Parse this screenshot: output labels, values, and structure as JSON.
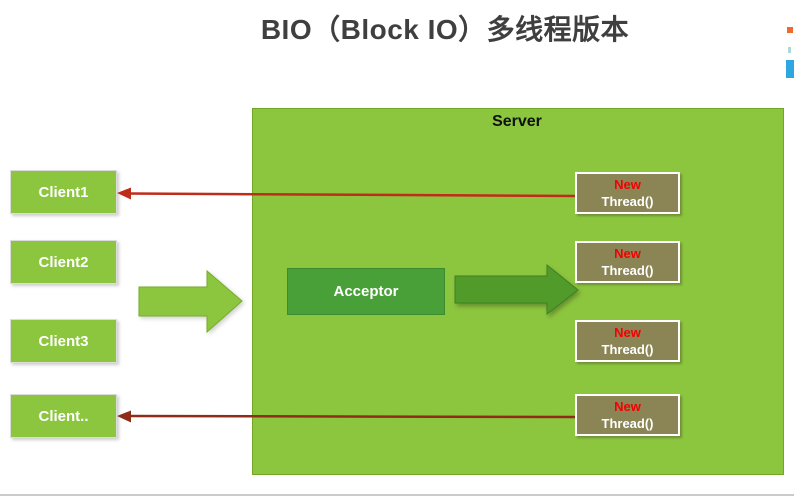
{
  "title": "BIO（Block IO）多线程版本",
  "server": {
    "label": "Server"
  },
  "clients": [
    {
      "label": "Client1"
    },
    {
      "label": "Client2"
    },
    {
      "label": "Client3"
    },
    {
      "label": "Client.."
    }
  ],
  "acceptor": {
    "label": "Acceptor"
  },
  "threads": [
    {
      "line1": "New",
      "line2": "Thread()"
    },
    {
      "line1": "New",
      "line2": "Thread()"
    },
    {
      "line1": "New",
      "line2": "Thread()"
    },
    {
      "line1": "New",
      "line2": "Thread()"
    }
  ],
  "colors": {
    "bright_green": "#8cc63f",
    "server_border_green": "#74a625",
    "acceptor_green": "#4aa038",
    "block_arrow_dark_green": "#519b2b",
    "thread_box_olive": "#8b8556",
    "thread_new_red": "#f40000",
    "return_arrow_red": "#bf2c1a",
    "return_arrow_maroon": "#8f2b18",
    "title_text": "#3f3f3f",
    "edge_mark_orange": "#ed6a33",
    "edge_mark_teal": "#aadbd4",
    "edge_mark_blue": "#2ea7e0",
    "bottom_line_gray": "#cbcbcb"
  }
}
